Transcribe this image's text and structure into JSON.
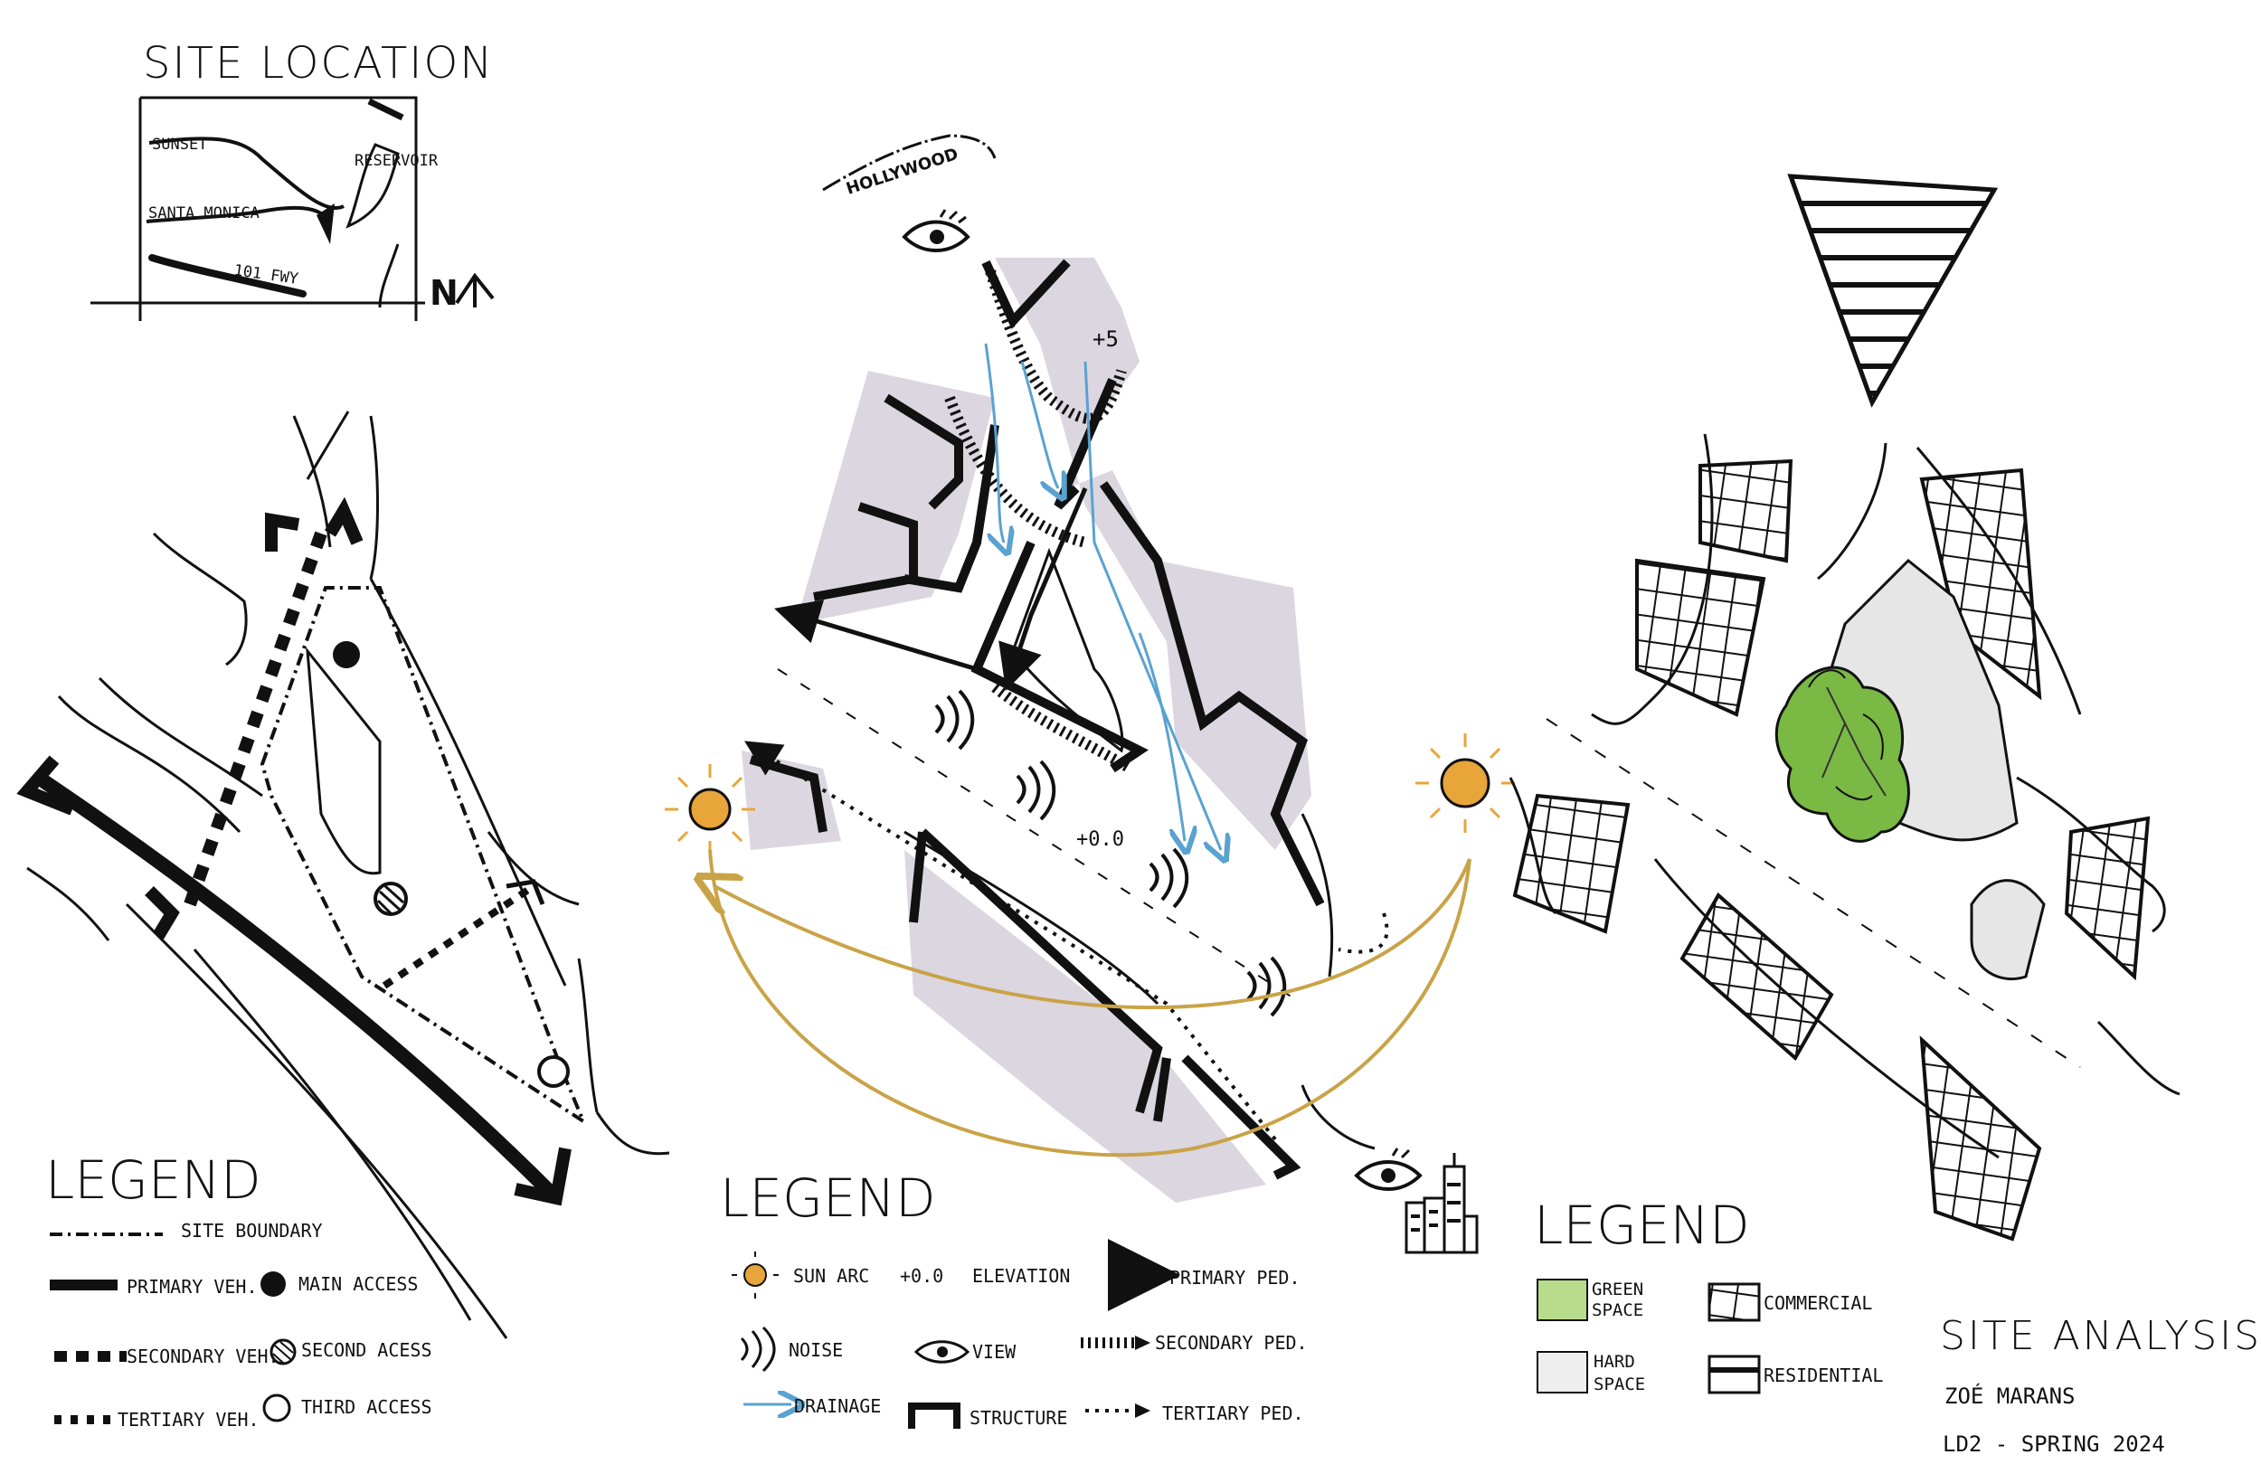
{
  "site_location": {
    "title": "SITE LOCATION",
    "labels": {
      "sunset": "SUNSET",
      "santa_monica": "SANTA MONICA",
      "reservoir": "RESERVOIR",
      "freeway": "101 FWY",
      "north": "N"
    }
  },
  "diagram2": {
    "hollywood": "HOLLYWOOD",
    "elev_high": "+5",
    "elev_low": "+0.0"
  },
  "legend1": {
    "title": "LEGEND",
    "site_boundary": "SITE BOUNDARY",
    "primary_veh": "PRIMARY VEH.",
    "secondary_veh": "SECONDARY VEH.",
    "tertiary_veh": "TERTIARY VEH.",
    "main_access": "MAIN ACCESS",
    "second_access": "SECOND ACESS",
    "third_access": "THIRD ACCESS"
  },
  "legend2": {
    "title": "LEGEND",
    "sun_arc": "SUN ARC",
    "elevation_symbol": "+0.0",
    "elevation": "ELEVATION",
    "primary_ped": "PRIMARY PED.",
    "noise": "NOISE",
    "view": "VIEW",
    "secondary_ped": "SECONDARY PED.",
    "drainage": "DRAINAGE",
    "structure": "STRUCTURE",
    "tertiary_ped": "TERTIARY PED."
  },
  "legend3": {
    "title": "LEGEND",
    "green_space_1": "GREEN",
    "green_space_2": "SPACE",
    "hard_space_1": "HARD",
    "hard_space_2": "SPACE",
    "commercial": "COMMERCIAL",
    "residential": "RESIDENTIAL"
  },
  "title_block": {
    "title": "SITE ANALYSIS",
    "author": "ZOÉ   MARANS",
    "course": "LD2 -  SPRING  2024"
  },
  "colors": {
    "ink": "#111111",
    "shade": "#cfc8d6",
    "sun": "#e7a53a",
    "sun_arc": "#c9a347",
    "drainage": "#5aa2d0",
    "green": "#79b944",
    "hard": "#d9d9d9"
  }
}
